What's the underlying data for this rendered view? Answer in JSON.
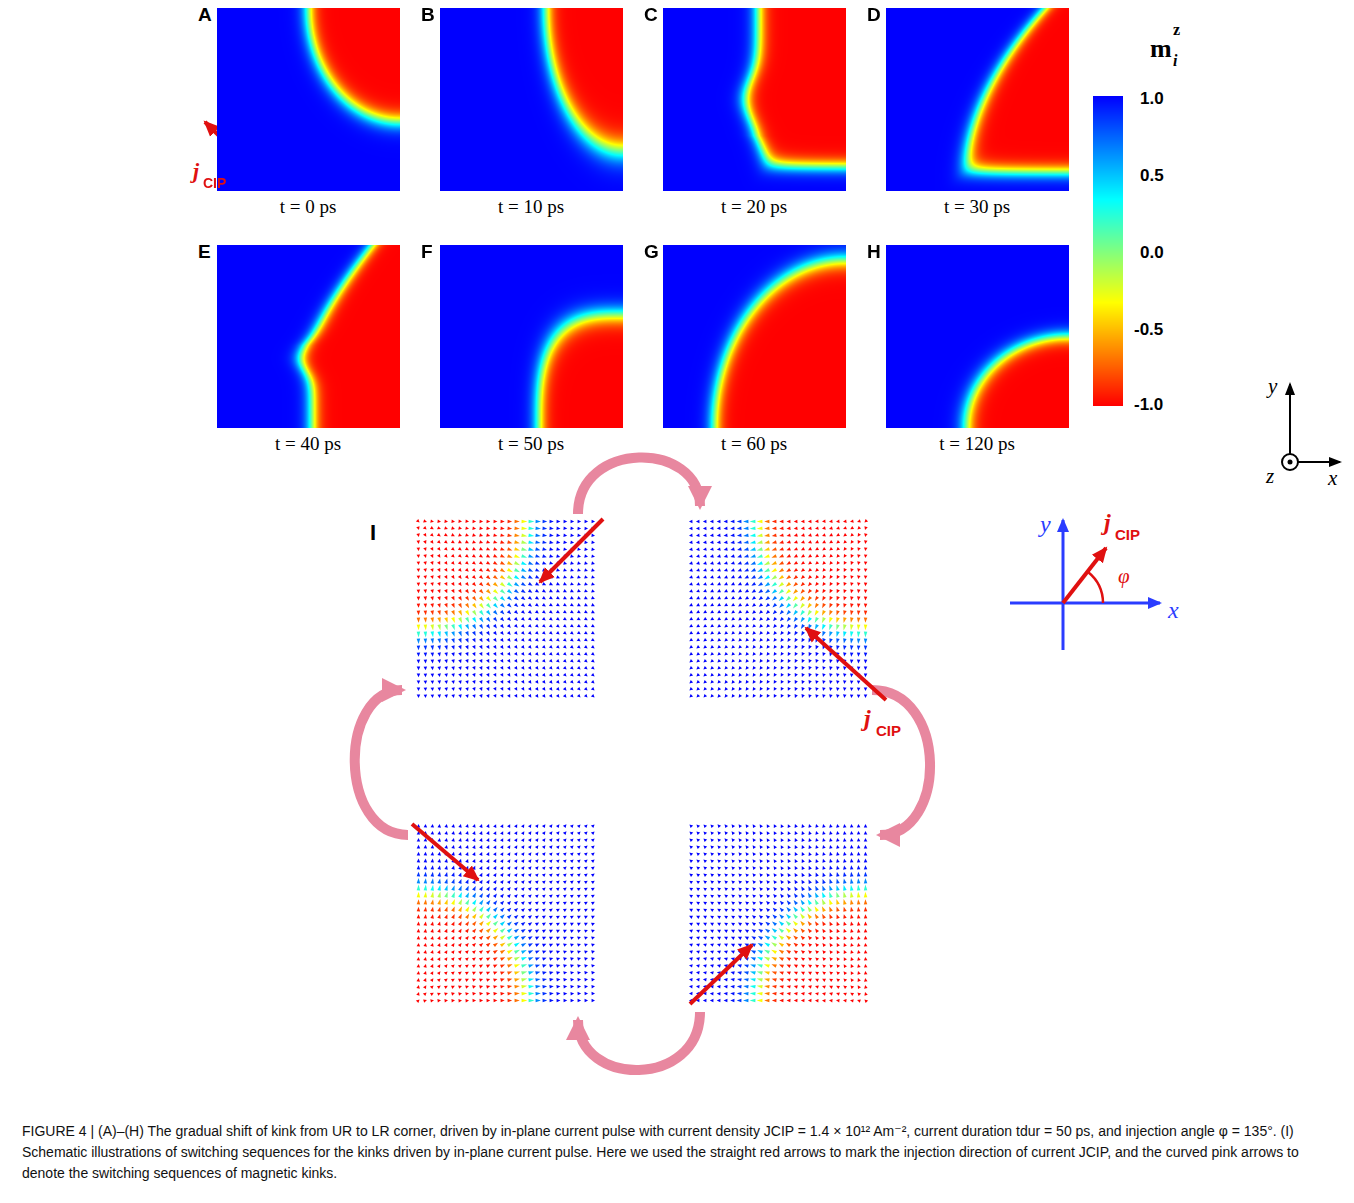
{
  "diagram": {
    "caption": "FIGURE 4 | (A)–(H) The gradual shift of kink from UR to LR corner, driven by in-plane current pulse with current density JCIP = 1.4 × 10¹² Am⁻², current duration tdur = 50 ps, and injection angle φ = 135°. (I) Schematic illustrations of switching sequences for the kinks driven by in-plane current pulse. Here we used the straight red arrows to mark the injection direction of current JCIP, and the curved pink arrows to denote the switching sequences of magnetic kinks.",
    "labels": [
      "A",
      "B",
      "C",
      "D",
      "E",
      "F",
      "G",
      "H",
      "t = 0 ps",
      "t = 10 ps",
      "t = 20 ps",
      "t = 30 ps",
      "t = 40 ps",
      "t = 50 ps",
      "t = 60 ps",
      "t = 120 ps",
      "j",
      "CIP",
      "m",
      "z",
      "i",
      "1.0",
      "0.5",
      "0.0",
      "-0.5",
      "-1.0",
      "y",
      "z",
      "x",
      "I",
      "y",
      "j",
      "CIP",
      "φ",
      "x",
      "j",
      "CIP"
    ]
  }
}
